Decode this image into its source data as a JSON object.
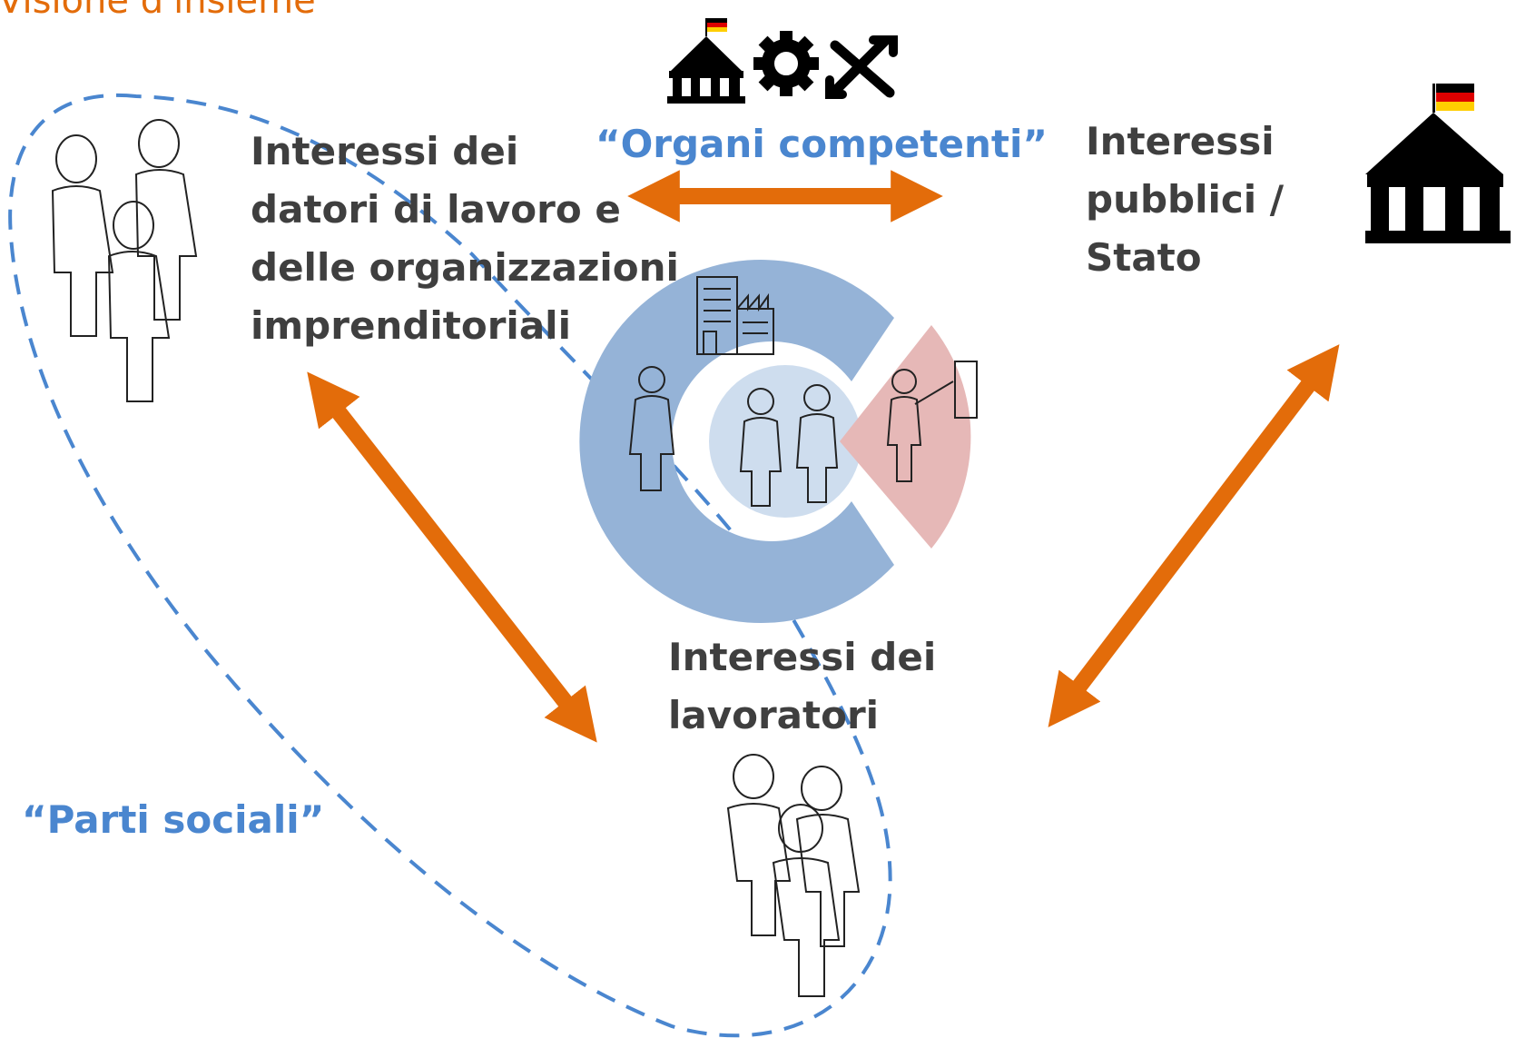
{
  "title": "Visione d'insieme",
  "labels": {
    "employers": "Interessi dei\ndatori di lavoro e\ndelle organizzazioni\nimprenditoriali",
    "public": "Interessi\npubblici /\nStato",
    "workers": "Interessi dei\nlavoratori",
    "competent_bodies": "“Organi competenti”",
    "social_partners": "“Parti sociali”"
  },
  "icons": {
    "top_group": [
      "government-building-icon",
      "gear-icon",
      "tools-icon"
    ],
    "state": "government-building-icon",
    "flag": "german-flag-icon",
    "employers": "employer-group-icon",
    "workers": "worker-group-icon",
    "center": "dual-system-donut-icon",
    "factory": "factory-icon",
    "trainer": "trainer-icon"
  },
  "colors": {
    "accent": "#e36c0a",
    "quote_blue": "#4a86cf",
    "donut_blue": "#95b3d7",
    "donut_red": "#e6b8b7",
    "text": "#3f3f3f"
  }
}
